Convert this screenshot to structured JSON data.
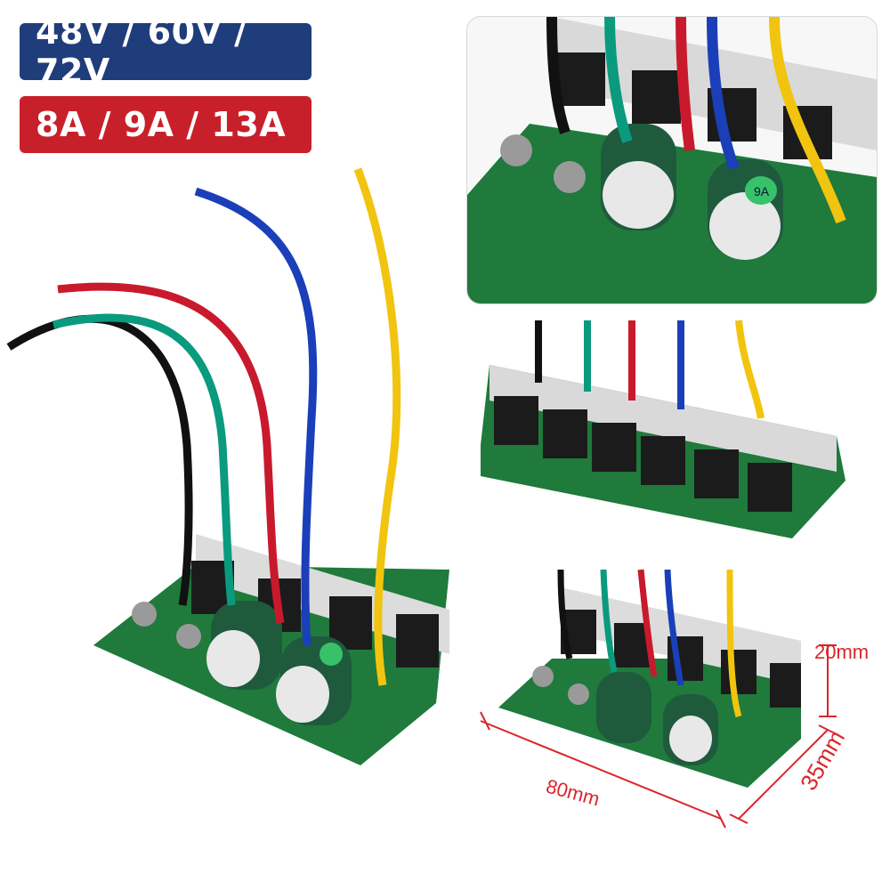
{
  "badges": {
    "voltage": "48V / 60V / 72V",
    "current": "8A / 9A / 13A",
    "voltage_color": "#1f3d7a",
    "current_color": "#c8202a"
  },
  "dimensions": {
    "length": "80mm",
    "width": "35mm",
    "height": "20mm",
    "color": "#d9262c"
  },
  "wire_colors": [
    "#111111",
    "#0a9a7e",
    "#c81a2c",
    "#1b3fb8",
    "#f1c40f"
  ],
  "board_color": "#1f7a3c",
  "capacitor_marking": "9A"
}
